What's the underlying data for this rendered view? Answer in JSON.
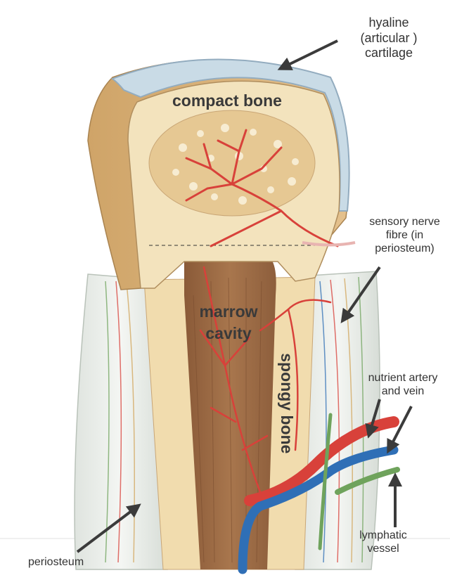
{
  "labels": {
    "hyaline": [
      "hyaline",
      "(articular )",
      "cartilage"
    ],
    "compact_bone": "compact bone",
    "sensory_nerve": [
      "sensory nerve",
      "fibre (in",
      "periosteum)"
    ],
    "marrow_cavity": [
      "marrow",
      "cavity"
    ],
    "spongy_bone": "spongy bone",
    "nutrient_artery": [
      "nutrient artery",
      "and vein"
    ],
    "lymphatic_vessel": [
      "lymphatic",
      "vessel"
    ],
    "periosteum": "periosteum"
  },
  "colors": {
    "cartilage": "#c9dbe6",
    "compact_bone": "#f3e3bd",
    "outer_bone": "#d9b37c",
    "marrow": "#9a6a45",
    "artery": "#d8413a",
    "vein": "#2f6fb6",
    "lymphatic": "#6fa35c",
    "periosteum": "#e7ebe6",
    "arrow": "#3b3b3b"
  }
}
